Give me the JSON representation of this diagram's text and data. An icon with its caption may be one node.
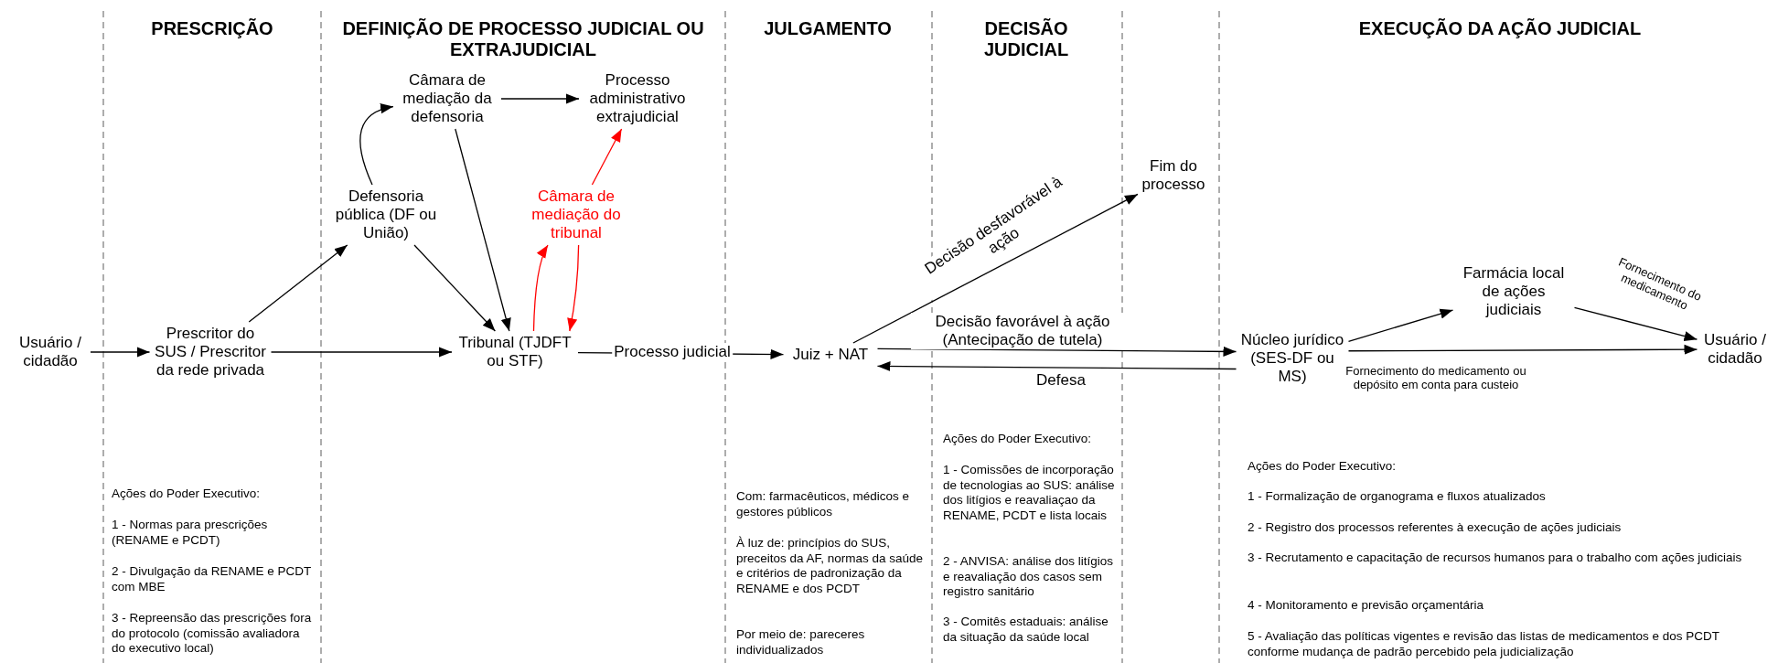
{
  "diagram": {
    "nodes": [
      {
        "text": [
          "Usuário / cidadão"
        ]
      },
      {
        "text": [
          "Prescritor do SUS / Prescritor da rede privada"
        ]
      },
      {
        "text": [
          "Defensoria pública (DF ou União)"
        ]
      },
      {
        "text": [
          "Câmara de mediação da defensoria"
        ]
      },
      {
        "text": [
          "Processo administrativo extrajudicial"
        ]
      },
      {
        "text": [
          "Câmara de mediação do tribunal"
        ]
      },
      {
        "text": [
          "Tribunal (TJDFT ou STF)"
        ]
      },
      {
        "text": [
          "Juiz + NAT"
        ]
      },
      {
        "text": [
          "Fim do processo"
        ]
      },
      {
        "text": [
          "Núcleo jurídico (SES-DF ou MS)"
        ]
      },
      {
        "text": [
          "Farmácia local de ações judiciais"
        ]
      },
      {
        "text": [
          "Usuário / cidadão"
        ]
      }
    ],
    "edges": [
      {
        "from": 0,
        "to": 1,
        "arrow": "to"
      },
      {
        "from": 1,
        "to": 2,
        "arrow": "to"
      },
      {
        "from": 1,
        "to": 6,
        "arrow": "to"
      },
      {
        "from": 2,
        "to": 3,
        "arrow": "to"
      },
      {
        "from": 3,
        "to": 4,
        "arrow": "to"
      },
      {
        "from": 3,
        "to": 6,
        "arrow": "to"
      },
      {
        "from": 2,
        "to": 6,
        "arrow": "to"
      },
      {
        "from": 6,
        "to": 5,
        "arrow": "to",
        "color": "#ff0000"
      },
      {
        "from": 5,
        "to": 6,
        "arrow": "to",
        "color": "#ff0000"
      },
      {
        "from": 5,
        "to": 4,
        "arrow": "to",
        "color": "#ff0000"
      },
      {
        "from": 6,
        "to": 7,
        "arrow": "to",
        "label": "Processo judicial"
      },
      {
        "from": 7,
        "to": 8,
        "arrow": "to",
        "label": "Decisão desfavorável à ação"
      },
      {
        "from": 7,
        "to": 9,
        "arrow": "to",
        "label": "Decisão favorável à ação (Antecipação de tutela)"
      },
      {
        "from": 9,
        "to": 7,
        "arrow": "to",
        "label": "Defesa"
      },
      {
        "from": 9,
        "to": 10,
        "arrow": "to"
      },
      {
        "from": 10,
        "to": 11,
        "arrow": "to",
        "label": "Fornecimento do medicamento"
      },
      {
        "from": 9,
        "to": 11,
        "arrow": "to",
        "label": "Fornecimento do medicamento ou depósito em conta para custeio"
      }
    ],
    "labels": [
      "PRESCRIÇÃO",
      "DEFINIÇÃO DE PROCESSO JUDICIAL OU EXTRAJUDICIAL",
      "JULGAMENTO",
      "DECISÃO JUDICIAL",
      "EXECUÇÃO DA AÇÃO JUDICIAL",
      "Ações do Poder Executivo:",
      "1 - Normas para prescrições (RENAME e PCDT)",
      "2 - Divulgação da RENAME e PCDT com MBE",
      "3 - Repreensão das prescrições fora do protocolo (comissão avaliadora do executivo local)",
      "Com: farmacêuticos, médicos e gestores públicos",
      "À luz de: princípios do SUS, preceitos da AF, normas da saúde e critérios de padronização da RENAME e dos PCDT",
      "Por meio de: pareceres individualizados",
      "Ações do Poder Executivo:",
      "1 - Comissões de incorporação de tecnologias ao SUS: análise dos litígios e reavaliaçao da RENAME, PCDT e lista locais",
      "2 - ANVISA: análise dos litígios e reavaliação dos casos sem registro sanitário",
      "3 - Comitês estaduais: análise da situação da saúde local",
      "Ações do Poder Executivo:",
      "1 - Formalização de organograma e fluxos atualizados",
      "2 - Registro dos processos referentes à execução de ações judiciais",
      "3 - Recrutamento e capacitação de recursos humanos para o trabalho com ações judiciais",
      "4 - Monitoramento e previsão orçamentária",
      "5 - Avaliação das políticas vigentes e revisão das listas de medicamentos e dos PCDT conforme mudança de padrão percebido pela judicialização"
    ]
  }
}
